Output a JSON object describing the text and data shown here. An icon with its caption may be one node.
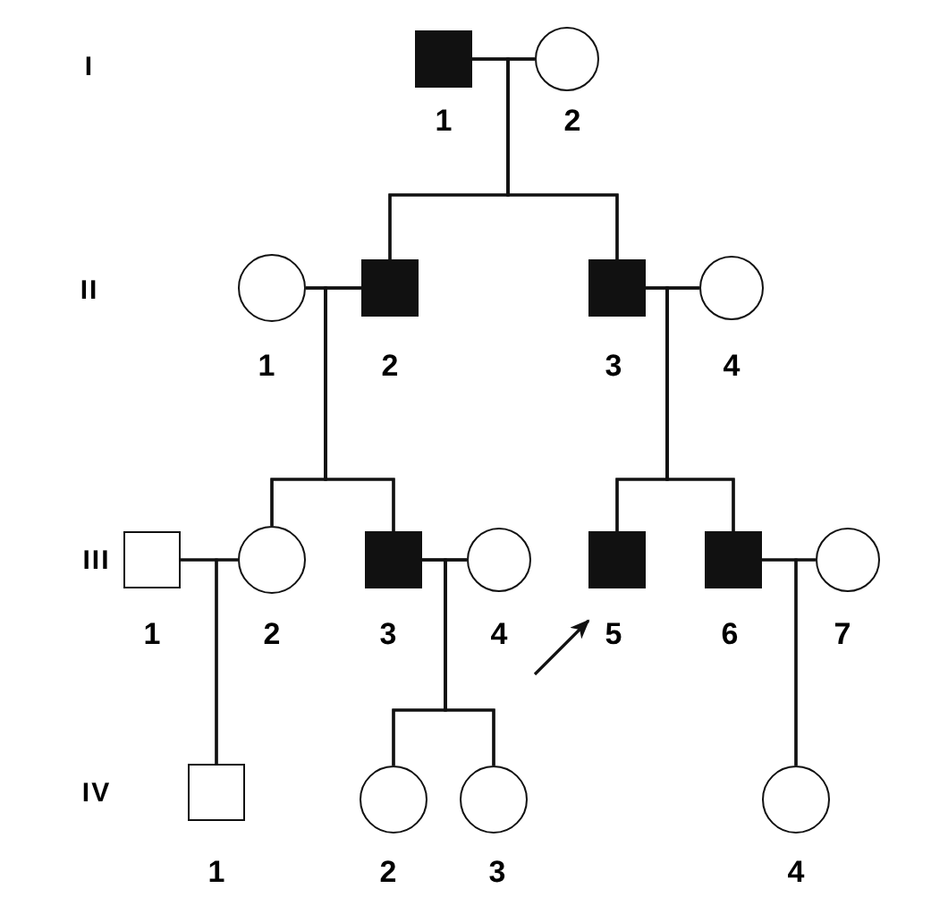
{
  "diagram": {
    "nodes": [
      {
        "text": [],
        "shape": "box",
        "beside": [
          "1"
        ]
      },
      {
        "text": [],
        "shape": "circle",
        "beside": [
          "2"
        ]
      },
      {
        "text": [],
        "shape": "circle",
        "beside": [
          "1"
        ]
      },
      {
        "text": [],
        "shape": "box",
        "beside": [
          "2"
        ]
      },
      {
        "text": [],
        "shape": "box",
        "beside": [
          "3"
        ]
      },
      {
        "text": [],
        "shape": "circle",
        "beside": [
          "4"
        ]
      },
      {
        "text": [],
        "shape": "box",
        "beside": [
          "1"
        ]
      },
      {
        "text": [],
        "shape": "circle",
        "beside": [
          "2"
        ]
      },
      {
        "text": [],
        "shape": "box",
        "beside": [
          "3"
        ]
      },
      {
        "text": [],
        "shape": "circle",
        "beside": [
          "4"
        ]
      },
      {
        "text": [],
        "shape": "box",
        "beside": [
          "5"
        ]
      },
      {
        "text": [],
        "shape": "box",
        "beside": [
          "6"
        ]
      },
      {
        "text": [],
        "shape": "circle",
        "beside": [
          "7"
        ]
      },
      {
        "text": [],
        "shape": "box",
        "beside": [
          "1"
        ]
      },
      {
        "text": [],
        "shape": "circle",
        "beside": [
          "2"
        ]
      },
      {
        "text": [],
        "shape": "circle",
        "beside": [
          "3"
        ]
      },
      {
        "text": [],
        "shape": "circle",
        "beside": [
          "4"
        ]
      }
    ],
    "edges": [
      {
        "from": 0,
        "to": 1,
        "arrow": "none"
      },
      {
        "from": 0,
        "to": 3,
        "arrow": "none"
      },
      {
        "from": 1,
        "to": 3,
        "arrow": "none"
      },
      {
        "from": 0,
        "to": 4,
        "arrow": "none"
      },
      {
        "from": 1,
        "to": 4,
        "arrow": "none"
      },
      {
        "from": 2,
        "to": 3,
        "arrow": "none"
      },
      {
        "from": 2,
        "to": 7,
        "arrow": "none"
      },
      {
        "from": 3,
        "to": 7,
        "arrow": "none"
      },
      {
        "from": 2,
        "to": 8,
        "arrow": "none"
      },
      {
        "from": 3,
        "to": 8,
        "arrow": "none"
      },
      {
        "from": 4,
        "to": 5,
        "arrow": "none"
      },
      {
        "from": 4,
        "to": 10,
        "arrow": "none"
      },
      {
        "from": 5,
        "to": 10,
        "arrow": "none"
      },
      {
        "from": 4,
        "to": 11,
        "arrow": "none"
      },
      {
        "from": 5,
        "to": 11,
        "arrow": "none"
      },
      {
        "from": 6,
        "to": 7,
        "arrow": "none"
      },
      {
        "from": 6,
        "to": 13,
        "arrow": "none"
      },
      {
        "from": 7,
        "to": 13,
        "arrow": "none"
      },
      {
        "from": 8,
        "to": 9,
        "arrow": "none"
      },
      {
        "from": 8,
        "to": 14,
        "arrow": "none"
      },
      {
        "from": 9,
        "to": 14,
        "arrow": "none"
      },
      {
        "from": 8,
        "to": 15,
        "arrow": "none"
      },
      {
        "from": 9,
        "to": 15,
        "arrow": "none"
      },
      {
        "from": 11,
        "to": 12,
        "arrow": "none"
      },
      {
        "from": 11,
        "to": 16,
        "arrow": "none"
      },
      {
        "from": 12,
        "to": 16,
        "arrow": "none"
      },
      {
        "from": null,
        "to": 10,
        "arrow": "to"
      }
    ],
    "labels": [
      "I",
      "II",
      "III",
      "IV"
    ]
  }
}
